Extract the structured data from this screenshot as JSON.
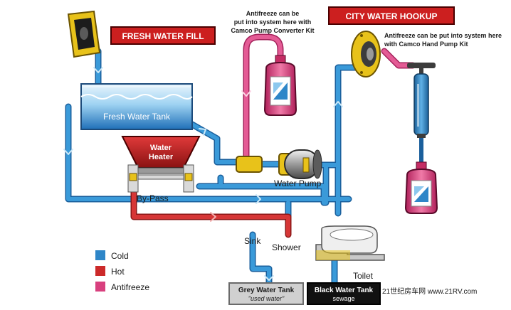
{
  "labels": {
    "fresh_water_fill": "FRESH WATER FILL",
    "city_water_hookup": "CITY WATER HOOKUP",
    "fresh_water_tank": "Fresh Water Tank",
    "water_heater_line1": "Water",
    "water_heater_line2": "Heater",
    "bypass": "By-Pass",
    "water_pump": "Water Pump",
    "sink": "Sink",
    "shower": "Shower",
    "toilet": "Toilet",
    "grey_tank_line1": "Grey Water Tank",
    "grey_tank_line2": "\"used water\"",
    "black_tank_line1": "Black Water Tank",
    "black_tank_line2": "sewage"
  },
  "notes": {
    "converter_line1": "Antifreeze can be",
    "converter_line2": "put into system here with",
    "converter_line3": "Camco Pump Converter Kit",
    "hand_pump_line1": "Antifreeze can be put into system here",
    "hand_pump_line2": "with Camco Hand Pump Kit"
  },
  "legend": {
    "items": [
      {
        "label": "Cold",
        "color": "#2e86c8"
      },
      {
        "label": "Hot",
        "color": "#cc2a2a"
      },
      {
        "label": "Antifreeze",
        "color": "#d8407e"
      }
    ]
  },
  "watermark": "21世纪房车网  www.21RV.com",
  "colors": {
    "cold": "#2e86c8",
    "hot": "#cc2a2a",
    "antifreeze": "#d8407e",
    "label_red": "#cc1f1f",
    "fitting_yellow": "#e8c21a"
  }
}
